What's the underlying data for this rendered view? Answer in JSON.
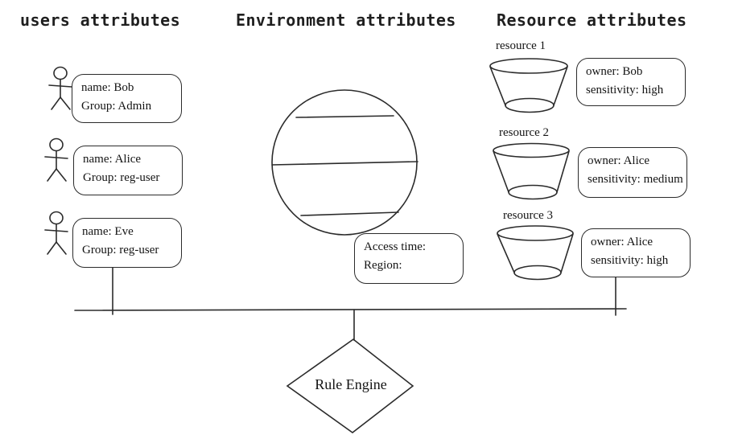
{
  "diagram": {
    "columns": [
      {
        "title": "users attributes"
      },
      {
        "title": "Environment attributes"
      },
      {
        "title": "Resource attributes"
      }
    ],
    "users": [
      {
        "lines": [
          "name: Bob",
          "Group: Admin"
        ]
      },
      {
        "lines": [
          "name: Alice",
          "Group: reg-user"
        ]
      },
      {
        "lines": [
          "name: Eve",
          "Group: reg-user"
        ]
      }
    ],
    "environment": {
      "lines": [
        "Access time:",
        "Region:"
      ]
    },
    "resources": [
      {
        "label": "resource 1",
        "lines": [
          "owner: Bob",
          "sensitivity: high"
        ]
      },
      {
        "label": "resource 2",
        "lines": [
          "owner: Alice",
          "sensitivity: medium"
        ]
      },
      {
        "label": "resource 3",
        "lines": [
          "owner: Alice",
          "sensitivity: high"
        ]
      }
    ],
    "rule_engine": {
      "label": "Rule Engine"
    },
    "icons": {
      "user": "stick-figure-icon",
      "environment": "globe-icon",
      "resource": "bucket-icon"
    },
    "colors": {
      "ink": "#2b2b2b",
      "text": "#141414",
      "background": "#ffffff"
    }
  }
}
